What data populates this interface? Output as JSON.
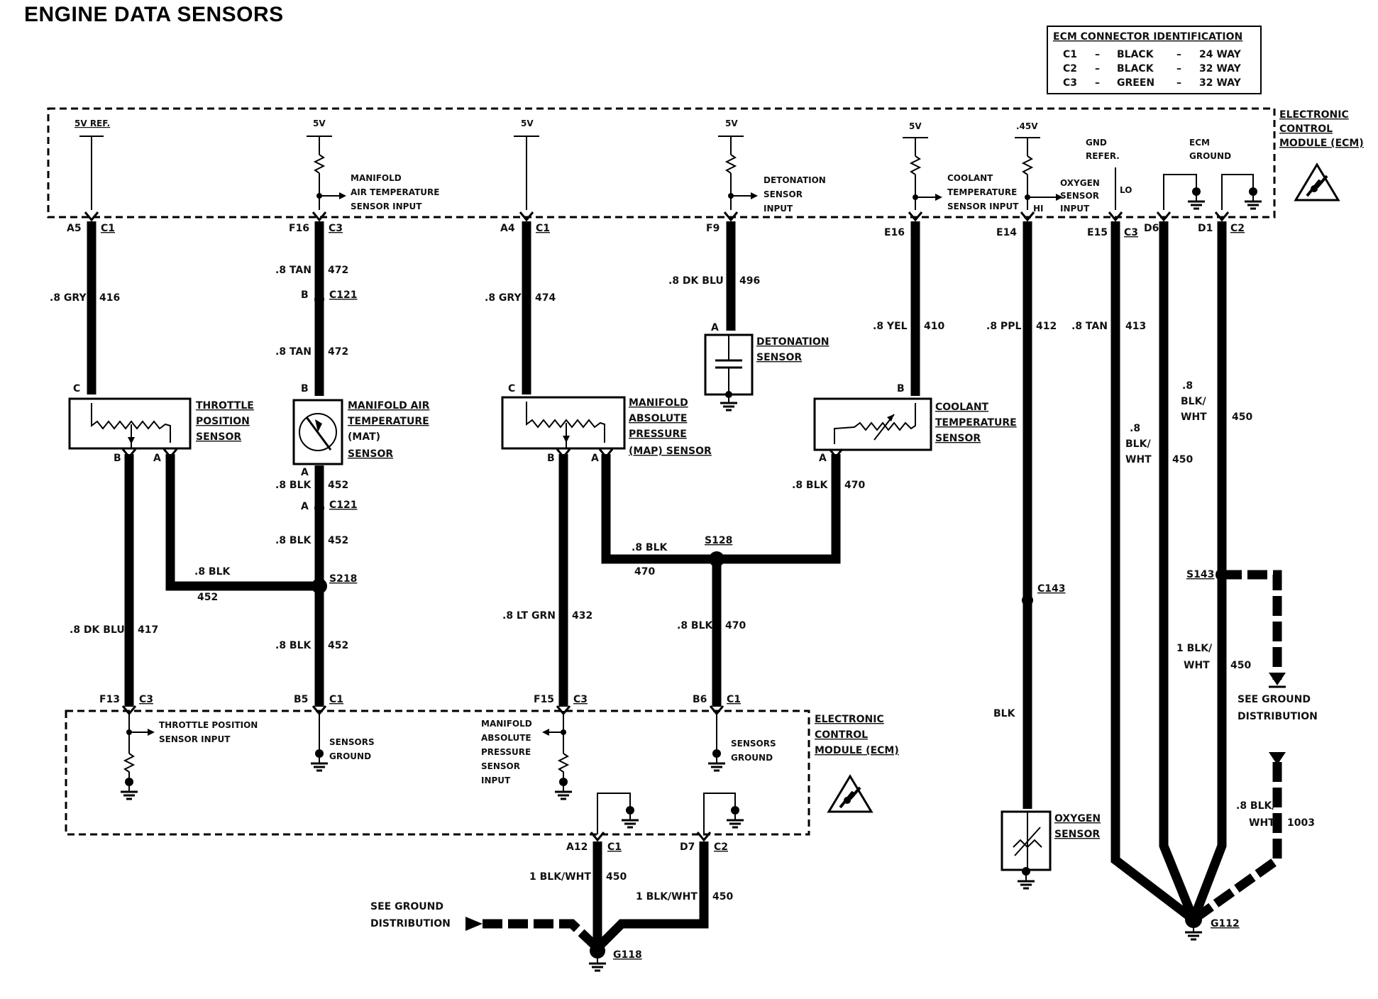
{
  "title": "ENGINE DATA SENSORS",
  "connector_id": {
    "heading": "ECM CONNECTOR IDENTIFICATION",
    "rows": [
      [
        "C1",
        "–",
        "BLACK",
        "–",
        "24 WAY"
      ],
      [
        "C2",
        "–",
        "BLACK",
        "–",
        "32 WAY"
      ],
      [
        "C3",
        "–",
        "GREEN",
        "–",
        "32 WAY"
      ]
    ]
  },
  "ecm_labels": {
    "line1": "ELECTRONIC",
    "line2": "CONTROL",
    "line3": "MODULE (ECM)"
  },
  "supplies": {
    "s1": "5V REF.",
    "s2": "5V",
    "s3": "5V",
    "s4": "5V",
    "s5": "5V",
    "s6": ".45V"
  },
  "top_inputs": {
    "mat_input": [
      "MANIFOLD",
      "AIR TEMPERATURE",
      "SENSOR INPUT"
    ],
    "det_input": [
      "DETONATION",
      "SENSOR",
      "INPUT"
    ],
    "clt_input": [
      "COOLANT",
      "TEMPERATURE",
      "SENSOR INPUT"
    ],
    "o2_input": [
      "OXYGEN",
      "SENSOR",
      "INPUT"
    ],
    "gnd_refer": [
      "GND",
      "REFER."
    ],
    "ecm_ground": [
      "ECM",
      "GROUND"
    ],
    "hi": "HI",
    "lo": "LO"
  },
  "top_pins": {
    "a5": "A5",
    "c1a": "C1",
    "f16": "F16",
    "c3a": "C3",
    "a4": "A4",
    "c1b": "C1",
    "f9": "F9",
    "e16": "E16",
    "e14": "E14",
    "e15": "E15",
    "c3b": "C3",
    "d6": "D6",
    "d1": "D1",
    "c2a": "C2"
  },
  "wires": {
    "w416": [
      ".8 GRY",
      "416"
    ],
    "w472a": [
      ".8 TAN",
      "472"
    ],
    "w472b": [
      ".8 TAN",
      "472"
    ],
    "w474": [
      ".8 GRY",
      "474"
    ],
    "w496": [
      ".8 DK BLU",
      "496"
    ],
    "w410": [
      ".8 YEL",
      "410"
    ],
    "w412": [
      ".8 PPL",
      "412"
    ],
    "w413": [
      ".8 TAN",
      "413"
    ],
    "w450a": [
      ".8",
      "BLK/",
      "WHT",
      "450"
    ],
    "w450b": [
      ".8",
      "BLK/",
      "WHT",
      "450"
    ],
    "w452a": [
      ".8 BLK",
      "452"
    ],
    "w452b": [
      ".8 BLK",
      "452"
    ],
    "w452c": [
      ".8 BLK",
      "452"
    ],
    "w452d": [
      ".8 BLK",
      "452"
    ],
    "w470a": [
      ".8 BLK",
      "470"
    ],
    "w470b": [
      ".8 BLK",
      "470"
    ],
    "w470c": [
      ".8 BLK",
      "470"
    ],
    "w417": [
      ".8 DK BLU",
      "417"
    ],
    "w432": [
      ".8 LT GRN",
      "432"
    ],
    "w450c": [
      "1 BLK/",
      "WHT",
      "450"
    ],
    "w450d": [
      "1 BLK/WHT",
      "450"
    ],
    "w450e": [
      "1 BLK/WHT",
      "450"
    ],
    "wblk": "BLK",
    "w1003": [
      ".8 BLK/",
      "WHT",
      "1003"
    ]
  },
  "connectors": {
    "c121a": "C121",
    "b": "B",
    "c121b": "C121",
    "a": "A",
    "c143": "C143"
  },
  "splices": {
    "s218": "S218",
    "s128": "S128",
    "s143": "S143"
  },
  "grounds": {
    "g118": "G118",
    "g112": "G112",
    "see_ground_1": [
      "SEE GROUND",
      "DISTRIBUTION"
    ],
    "see_ground_2": [
      "SEE GROUND",
      "DISTRIBUTION"
    ]
  },
  "sensors": {
    "tps": [
      "THROTTLE",
      "POSITION",
      "SENSOR"
    ],
    "mat": [
      "MANIFOLD AIR",
      "TEMPERATURE",
      "(MAT)",
      "SENSOR"
    ],
    "map": [
      "MANIFOLD",
      "ABSOLUTE",
      "PRESSURE",
      "(MAP) SENSOR"
    ],
    "det": [
      "DETONATION",
      "SENSOR"
    ],
    "clt": [
      "COOLANT",
      "TEMPERATURE",
      "SENSOR"
    ],
    "o2": [
      "OXYGEN",
      "SENSOR"
    ]
  },
  "sensor_pins": {
    "tps_c": "C",
    "tps_b": "B",
    "tps_a": "A",
    "mat_b": "B",
    "mat_a": "A",
    "map_c": "C",
    "map_b": "B",
    "map_a": "A",
    "det_a": "A",
    "clt_b": "B",
    "clt_a": "A"
  },
  "bottom_pins": {
    "f13": "F13",
    "c3c": "C3",
    "b5": "B5",
    "c1c": "C1",
    "f15": "F15",
    "c3d": "C3",
    "b6": "B6",
    "c1d": "C1",
    "a12": "A12",
    "c1e": "C1",
    "d7": "D7",
    "c2b": "C2"
  },
  "bottom_inputs": {
    "tps_input": [
      "THROTTLE POSITION",
      "SENSOR INPUT"
    ],
    "sensors_ground_1": [
      "SENSORS",
      "GROUND"
    ],
    "map_input": [
      "MANIFOLD",
      "ABSOLUTE",
      "PRESSURE",
      "SENSOR",
      "INPUT"
    ],
    "sensors_ground_2": [
      "SENSORS",
      "GROUND"
    ]
  }
}
